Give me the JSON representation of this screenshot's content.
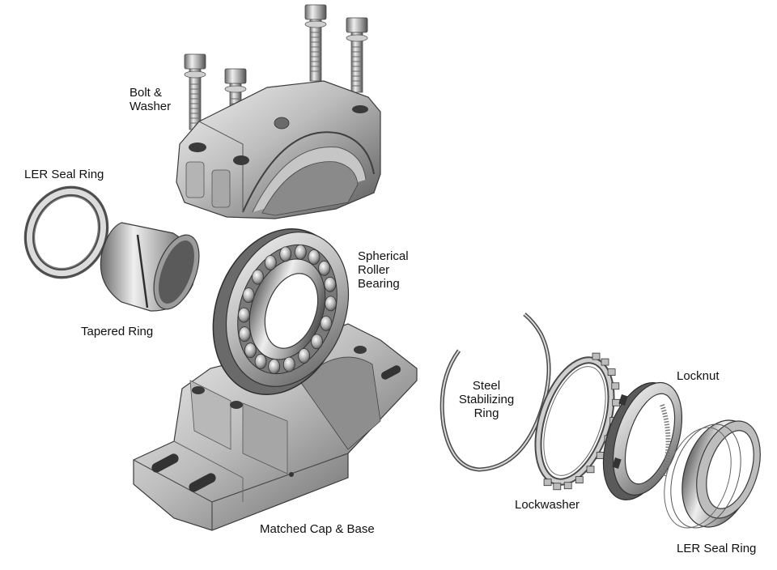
{
  "labels": {
    "bolt_washer": [
      "Bolt &",
      "Washer"
    ],
    "ler_seal_ring_left": "LER Seal Ring",
    "tapered_ring": "Tapered Ring",
    "spherical_roller_bearing": [
      "Spherical",
      "Roller",
      "Bearing"
    ],
    "steel_stabilizing_ring": [
      "Steel",
      "Stabilizing",
      "Ring"
    ],
    "locknut": "Locknut",
    "lockwasher": "Lockwasher",
    "matched_cap_base": "Matched Cap & Base",
    "ler_seal_ring_right": "LER Seal Ring"
  },
  "colors": {
    "metal_light": "#e6e6e6",
    "metal_mid": "#a9a9a9",
    "metal_dark": "#4a4a4a",
    "background": "#ffffff",
    "text": "#111111"
  }
}
